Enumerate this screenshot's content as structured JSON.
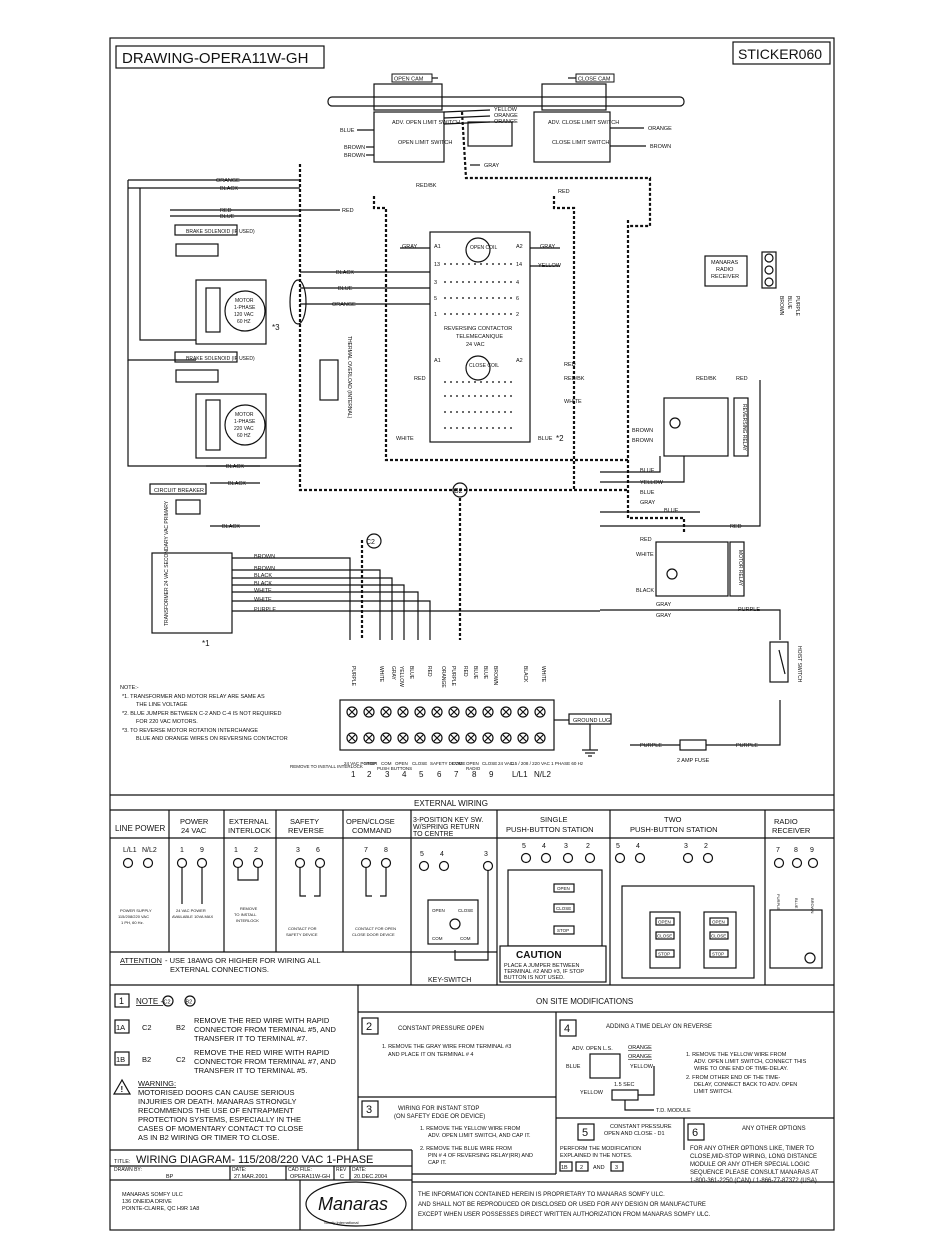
{
  "title_box": "DRAWING-OPERA11W-GH",
  "sticker": "STICKER060",
  "cams": {
    "open": "OPEN CAM",
    "close": "CLOSE CAM"
  },
  "limit_switches": {
    "adv_open": "ADV. OPEN LIMIT SWITCH",
    "open": "OPEN LIMIT SWITCH",
    "adv_close": "ADV. CLOSE LIMIT SWITCH",
    "close": "CLOSE LIMIT SWITCH"
  },
  "wires": {
    "yellow": "YELLOW",
    "orange": "ORANGE",
    "blue": "BLUE",
    "brown": "BROWN",
    "black": "BLACK",
    "red": "RED",
    "gray": "GRAY",
    "white": "WHITE",
    "purple": "PURPLE",
    "red_bk": "RED/BK"
  },
  "brake_solenoid": "BRAKE SOLENOID (IF USED)",
  "motor_1": [
    "MOTOR",
    "1-PHASE",
    "120 VAC",
    "60 HZ"
  ],
  "motor_2": [
    "MOTOR",
    "1-PHASE",
    "220 VAC",
    "60 HZ"
  ],
  "note_3": "*3",
  "contactor": {
    "open_coil": "OPEN COIL",
    "close_coil": "CLOSE COIL",
    "label": [
      "REVERSING CONTACTOR",
      "TELEMECANIQUE",
      "24 VAC"
    ],
    "terminals_top": [
      "A1",
      "13",
      "3",
      "5",
      "1"
    ],
    "terminals_top_right": [
      "A2",
      "14",
      "4",
      "6",
      "2"
    ]
  },
  "thermal_cutout": "THERMAL OVERLOAD (INTERNAL)",
  "radio_receiver": [
    "MANARAS",
    "RADIO",
    "RECEIVER"
  ],
  "reversing_relay": "REVERSING RELAY",
  "motor_relay": "MOTOR RELAY",
  "note_2": "*2",
  "note_1": "*1",
  "circuit_breaker": "CIRCUIT BREAKER",
  "transformer": "TRANSFORMER 24 VAC SECONDARY VAC PRIMARY",
  "connectors": {
    "b2": "B2",
    "c2": "C2"
  },
  "hoist_switch": "HOIST SWITCH",
  "ground_lug": "GROUND LUG",
  "fuse": "2 AMP FUSE",
  "notes": {
    "heading": "NOTE:-",
    "lines": [
      "*1. TRANSFORMER AND MOTOR RELAY ARE SAME AS",
      "THE LINE VOLTAGE",
      "*2. BLUE JUMPER BETWEEN C-2 AND C-4 IS NOT REQUIRED",
      "FOR 220 VAC MOTORS.",
      "*3. TO REVERSE MOTOR ROTATION INTERCHANGE",
      "BLUE AND ORANGE WIRES ON REVERSING CONTACTOR"
    ]
  },
  "terminal_block": {
    "bottom_labels": [
      "24 VAC POWER",
      "STOP",
      "COM",
      "OPEN",
      "CLOSE",
      "SAFETY DEVICE",
      "COM",
      "OPEN",
      "CLOSE",
      "24 VAC",
      "115 / 208 / 220 VAC 1 PHASE 60 Hz"
    ],
    "numbers": [
      "1",
      "2",
      "3",
      "4",
      "5",
      "6",
      "7",
      "8",
      "9",
      "L/L1",
      "N/L2"
    ],
    "remove_interlock": "REMOVE TO INSTALL INTERLOCK",
    "push_buttons": "PUSH BUTTONS",
    "radio": "RADIO"
  },
  "external_wiring": {
    "heading": "EXTERNAL WIRING",
    "columns": [
      "LINE POWER",
      "POWER 24 VAC",
      "EXTERNAL INTERLOCK",
      "SAFETY REVERSE",
      "OPEN/CLOSE COMMAND",
      "3-POSITION KEY SW. W/SPRING RETURN TO CENTRE",
      "SINGLE PUSH-BUTTON STATION",
      "TWO PUSH-BUTTON STATION",
      "RADIO RECEIVER"
    ],
    "line_power_terms": [
      "L/L1",
      "N/L2"
    ],
    "line_power_text": "POWER SUPPLY 115/208/220 VAC 1 PH, 60 Hz.",
    "power_terms": [
      "1",
      "9"
    ],
    "power_text": "24 VAC POWER AVAILABLE 10VA MAX",
    "interlock_terms": [
      "1",
      "2"
    ],
    "interlock_text": "REMOVE TO INSTALL INTERLOCK",
    "safety_terms": [
      "3",
      "6"
    ],
    "safety_text": "CONTACT FOR SAFETY DEVICE",
    "openclose_terms": [
      "7",
      "8"
    ],
    "openclose_text": "CONTACT FOR OPEN CLOSE DOOR DEVICE",
    "key_terms": [
      "5",
      "4",
      "3"
    ],
    "key_labels": [
      "OPEN",
      "CLOSE",
      "COM",
      "COM",
      "KEY-SWITCH"
    ],
    "single_terms": [
      "5",
      "4",
      "3",
      "2"
    ],
    "two_terms": [
      "5",
      "4",
      "3",
      "2"
    ],
    "station_buttons": [
      "OPEN",
      "CLOSE",
      "STOP"
    ],
    "radio_terms": [
      "7",
      "8",
      "9"
    ],
    "caution_title": "CAUTION",
    "caution_text": "PLACE A JUMPER BETWEEN TERMINAL #2 AND #3, IF STOP BUTTON IS NOT USED.",
    "attention_label": "ATTENTION",
    "attention_text": "- USE 18AWG OR HIGHER FOR WIRING ALL EXTERNAL CONNECTIONS."
  },
  "mod_1": {
    "num": "1",
    "note": "NOTE -",
    "a_tag": "1A",
    "a_codes": [
      "C2",
      "B2"
    ],
    "a_text": [
      "REMOVE THE RED WIRE WITH RAPID",
      "CONNECTOR FROM TERMINAL #5, AND",
      "TRANSFER IT TO TERMINAL #7."
    ],
    "b_tag": "1B",
    "b_codes": [
      "B2",
      "C2"
    ],
    "b_text": [
      "REMOVE THE RED WIRE WITH RAPID",
      "CONNECTOR FROM TERMINAL #7, AND",
      "TRANSFER IT TO TERMINAL #5."
    ],
    "warning_label": "WARNING:",
    "warning_text": [
      "MOTORISED DOORS CAN CAUSE SERIOUS",
      "INJURIES OR DEATH. MANARAS STRONGLY",
      "RECOMMENDS THE USE OF ENTRAPMENT",
      "PROTECTION SYSTEMS, ESPECIALLY IN THE",
      "CASES OF MOMENTARY CONTACT TO CLOSE",
      "AS IN B2 WIRING OR TIMER TO CLOSE."
    ]
  },
  "onsite_heading": "ON SITE MODIFICATIONS",
  "mod_2": {
    "num": "2",
    "title": "CONSTANT PRESSURE OPEN",
    "text": [
      "1. REMOVE THE GRAY WIRE FROM TERMINAL #3",
      "AND PLACE IT ON TERMINAL # 4"
    ]
  },
  "mod_3": {
    "num": "3",
    "title": [
      "WIRING FOR INSTANT STOP",
      "(ON SAFETY EDGE OR DEVICE)"
    ],
    "text": [
      "1. REMOVE THE YELLOW WIRE FROM",
      "ADV. OPEN LIMIT SWITCH, AND CAP IT.",
      "2. REMOVE THE BLUE WIRE FROM",
      "PIN # 4 OF REVERSING RELAY(RR) AND",
      "CAP IT."
    ]
  },
  "mod_4": {
    "num": "4",
    "title": "ADDING A TIME DELAY ON REVERSE",
    "fig": [
      "ADV. OPEN L.S.",
      "ORANGE",
      "ORANGE",
      "YELLOW",
      "BLUE",
      "YELLOW",
      "1.5 SEC",
      "T.D. MODULE"
    ],
    "text": [
      "1. REMOVE THE YELLOW WIRE FROM",
      "ADV. OPEN LIMIT SWITCH, CONNECT THIS",
      "WIRE TO ONE END OF TIME-DELAY.",
      "2. FROM OTHER END OF THE TIME-",
      "DELAY, CONNECT BACK TO ADV. OPEN",
      "LIMIT SWITCH."
    ]
  },
  "mod_5": {
    "num": "5",
    "title": [
      "CONSTANT PRESSURE",
      "OPEN AND CLOSE - D1"
    ],
    "text": [
      "PERFORM THE MODIFICATION",
      "EXPLAINED IN THE NOTES."
    ],
    "refs": [
      "1B",
      "2",
      "3"
    ],
    "and": "AND"
  },
  "mod_6": {
    "num": "6",
    "title": "ANY OTHER OPTIONS",
    "text": [
      "FOR ANY OTHER OPTIONS LIKE, TIMER TO",
      "CLOSE,MID-STOP WIRING, LONG DISTANCE",
      "MODULE OR ANY OTHER SPECIAL LOGIC",
      "SEQUENCE PLEASE CONSULT MANARAS AT",
      "1-800-361-2250 (CAN) / 1-866-77-87372 (USA)"
    ]
  },
  "title_block": {
    "title_label": "TITLE:",
    "title": "WIRING DIAGRAM- 115/208/220 VAC 1-PHASE",
    "drawn_by_label": "DRAWN BY:",
    "date_label": "DATE:",
    "cad_label": "CAD FILE:",
    "rev_label": "REV",
    "date2_label": "DATE:",
    "drawn_by": "BP",
    "date": "27.MAR.2001",
    "cad_file": "OPERA11W-GH",
    "rev": "C",
    "rev_date": "20.DEC.2004",
    "company": [
      "MANARAS SOMFY ULC",
      "136 ONEIDA DRIVE",
      "POINTE-CLAIRE, QC H9R 1A8"
    ],
    "logo": "Manaras",
    "logo_sub": "Somfy International",
    "disclaimer": [
      "THE INFORMATION CONTAINED HEREIN IS PROPRIETARY TO MANARAS SOMFY ULC.",
      "AND SHALL NOT BE REPRODUCED OR DISCLOSED OR USED FOR ANY DESIGN OR MANUFACTURE",
      "EXCEPT WHEN USER POSSESSES DIRECT WRITTEN AUTHORIZATION FROM MANARAS SOMFY ULC."
    ]
  }
}
